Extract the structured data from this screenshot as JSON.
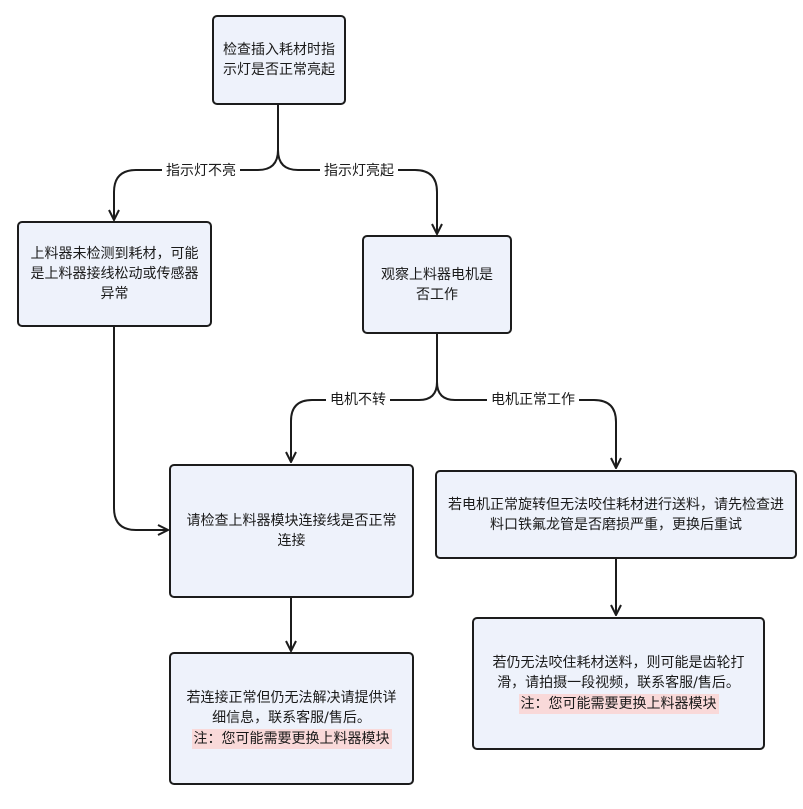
{
  "nodes": {
    "start": {
      "text": "检查插入耗材时指示灯是否正常亮起"
    },
    "no_light": {
      "text": "上料器未检测到耗材，可能是上料器接线松动或传感器异常"
    },
    "observe_motor": {
      "text": "观察上料器电机是否工作"
    },
    "check_wiring": {
      "text": "请检查上料器模块连接线是否正常连接"
    },
    "motor_ok": {
      "text": "若电机正常旋转但无法咬住耗材进行送料，请先检查进料口铁氟龙管是否磨损严重，更换后重试"
    },
    "contact_support_left": {
      "text": "若连接正常但仍无法解决请提供详细信息，联系客服/售后。",
      "note": "注：您可能需要更换上料器模块"
    },
    "contact_support_right": {
      "text": "若仍无法咬住耗材送料，则可能是齿轮打滑，请拍摄一段视频，联系客服/售后。",
      "note": "注：您可能需要更换上料器模块"
    }
  },
  "edges": {
    "light_off": "指示灯不亮",
    "light_on": "指示灯亮起",
    "motor_off": "电机不转",
    "motor_on": "电机正常工作"
  },
  "colors": {
    "node_fill": "#eef2fb",
    "node_border": "#1c1c1c",
    "note_highlight": "#f9d9d9"
  }
}
